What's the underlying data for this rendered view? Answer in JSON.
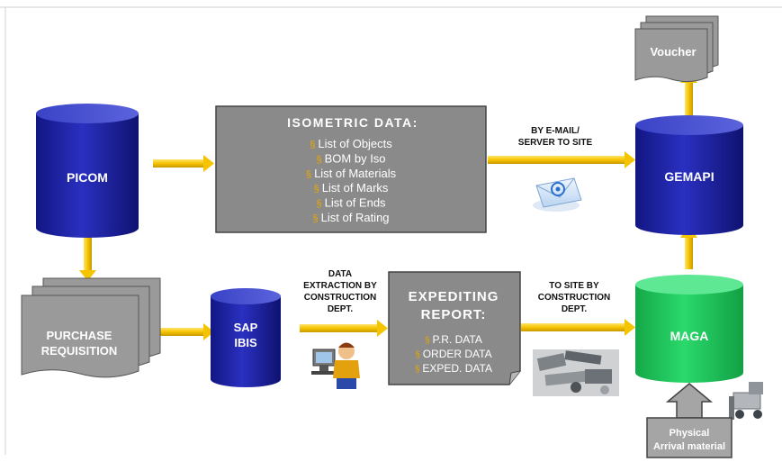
{
  "databases": {
    "picom": "PICOM",
    "sap_line1": "SAP",
    "sap_line2": "IBIS",
    "gemapi": "GEMAPI",
    "maga": "MAGA"
  },
  "isometric": {
    "title": "ISOMETRIC DATA:",
    "bullet_symbol": "§",
    "items": [
      "List of Objects",
      "BOM by Iso",
      "List of Materials",
      "List of Marks",
      "List of Ends",
      "List of Rating"
    ]
  },
  "expediting": {
    "title_line1": "EXPEDITING",
    "title_line2": "REPORT:",
    "bullet_symbol": "§",
    "items": [
      "P.R. DATA",
      "ORDER DATA",
      "EXPED. DATA"
    ]
  },
  "documents": {
    "purchase_line1": "PURCHASE",
    "purchase_line2": "REQUISITION",
    "voucher": "Voucher"
  },
  "flow_labels": {
    "email_line1": "BY E-MAIL/",
    "email_line2": "SERVER TO SITE",
    "extraction_line1": "DATA",
    "extraction_line2": "EXTRACTION BY",
    "extraction_line3": "CONSTRUCTION",
    "extraction_line4": "DEPT.",
    "tosite_line1": "TO SITE BY",
    "tosite_line2": "CONSTRUCTION",
    "tosite_line3": "DEPT."
  },
  "arrival": {
    "line1": "Physical",
    "line2": "Arrival material"
  },
  "colors": {
    "navy_cylinder": "#1a1f9c",
    "green_cylinder": "#1fc35a",
    "gray_box": "#8a8a8a",
    "arrow_yellow": "#f5c400",
    "bullet_gold": "#e8a800"
  }
}
